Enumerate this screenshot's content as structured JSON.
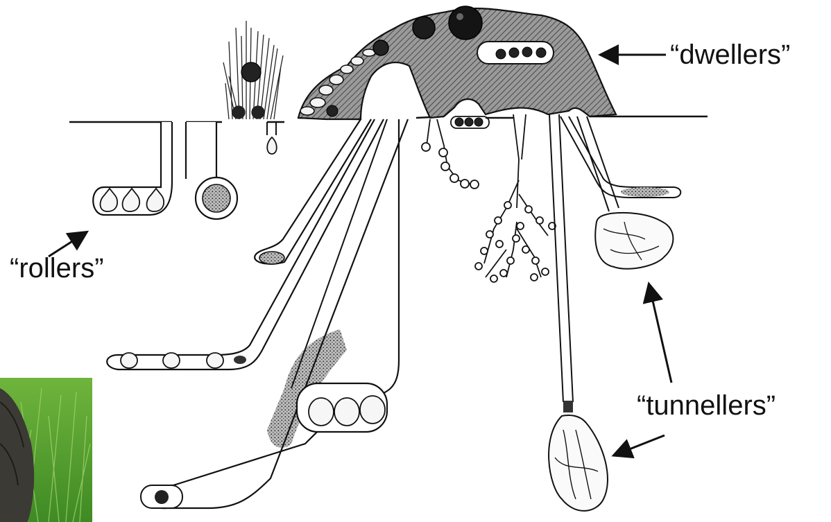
{
  "labels": {
    "dwellers": "“dwellers”",
    "rollers": "“rollers”",
    "tunnellers": "“tunnellers”"
  },
  "colors": {
    "ink": "#111111",
    "soil_fill": "#8a8a8a",
    "stipple": "#6a6a6a",
    "grass": "#4f9a2c",
    "dung": "#3b3a35"
  }
}
